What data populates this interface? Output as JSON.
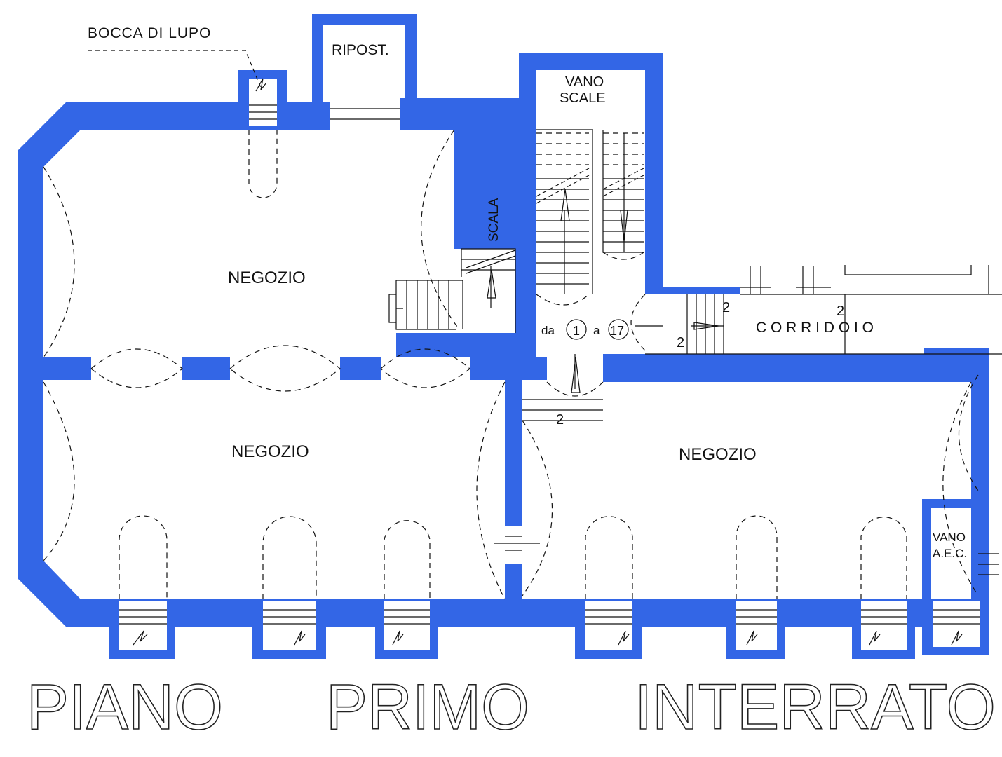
{
  "colors": {
    "wall": "#3366e6",
    "line": "#111111",
    "background": "#ffffff"
  },
  "labels": {
    "bocca_di_lupo": "BOCCA DI LUPO",
    "ripostiglio": "RIPOST.",
    "vano_scale_1": "VANO",
    "vano_scale_2": "SCALE",
    "scala": "SCALA",
    "negozio_top": "NEGOZIO",
    "negozio_left": "NEGOZIO",
    "negozio_right": "NEGOZIO",
    "corridoio": "C O R R I D O I O",
    "vano_aec_1": "VANO",
    "vano_aec_2": "A.E.C.",
    "step_from": "da",
    "step_first": "1",
    "step_to": "a",
    "step_last": "17",
    "riser_mark": "2"
  },
  "footer": {
    "word1": "PIANO",
    "word2": "PRIMO",
    "word3": "INTERRATO"
  }
}
